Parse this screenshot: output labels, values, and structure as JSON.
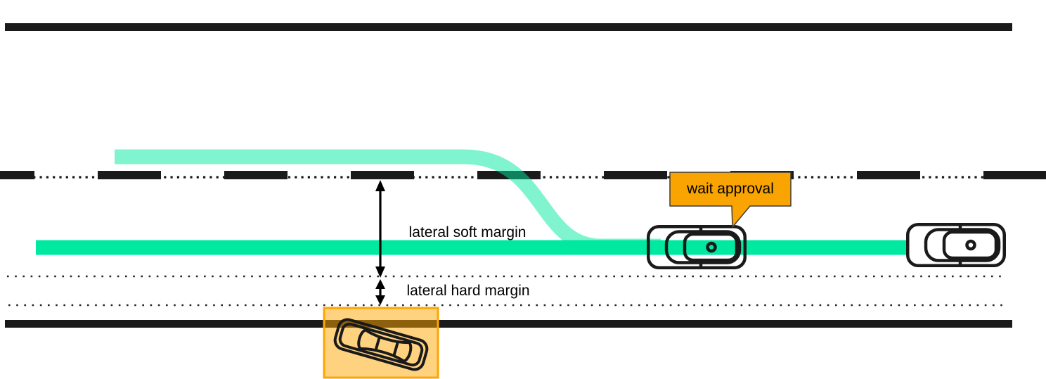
{
  "labels": {
    "lateral_soft_margin": "lateral soft margin",
    "lateral_hard_margin": "lateral hard margin"
  },
  "callout": {
    "label": "wait approval"
  },
  "colors": {
    "road_edge": "#1A1A1A",
    "lane_marking": "#1A1A1A",
    "route_green": "#00E9A0",
    "route_green_faded_opacity": "0.5",
    "callout_fill": "#F9A400",
    "callout_border": "#3D3D3D",
    "zone_fill": "rgba(255,165,0,0.5)",
    "zone_border": "#FFA500",
    "car_outline": "#1A1A1A",
    "arrow_color": "#000000",
    "text_color": "#000000"
  },
  "icons": {
    "ego_car": "car-top-view-icon",
    "lead_car": "car-top-view-icon",
    "parked_car": "car-top-view-rotated-icon"
  }
}
